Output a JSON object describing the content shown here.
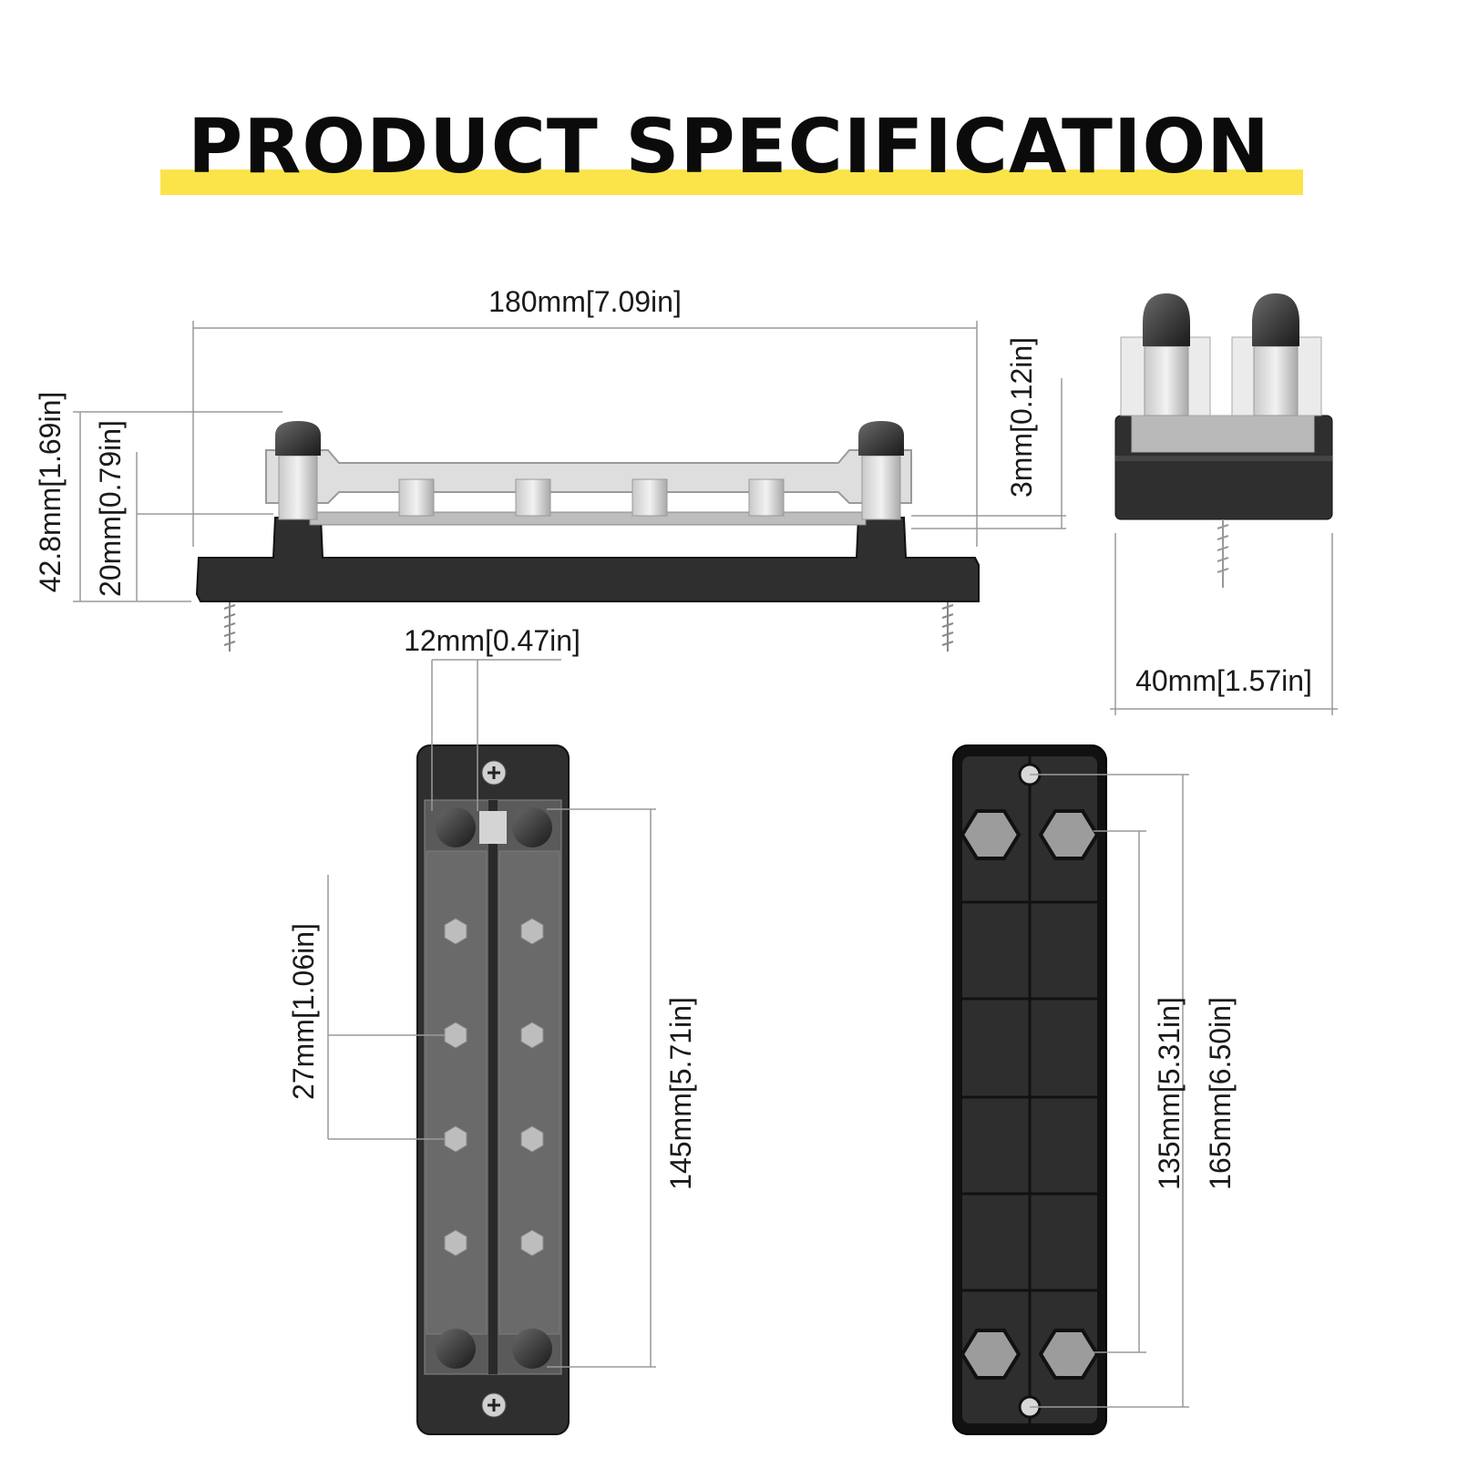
{
  "title": "PRODUCT SPECIFICATION",
  "colors": {
    "highlight": "#fbe44a",
    "body_dark": "#2b2b2b",
    "dimension_line": "#9a9a9a"
  },
  "dimensions": {
    "overall_length": "180mm[7.09in]",
    "overall_height": "42.8mm[1.69in]",
    "base_height": "20mm[0.79in]",
    "bar_thickness": "3mm[0.12in]",
    "width": "40mm[1.57in]",
    "bar_width": "12mm[0.47in]",
    "stud_spacing": "27mm[1.06in]",
    "bar_length": "145mm[5.71in]",
    "mount_hole_inner": "135mm[5.31in]",
    "mount_hole_outer": "165mm[6.50in]"
  }
}
